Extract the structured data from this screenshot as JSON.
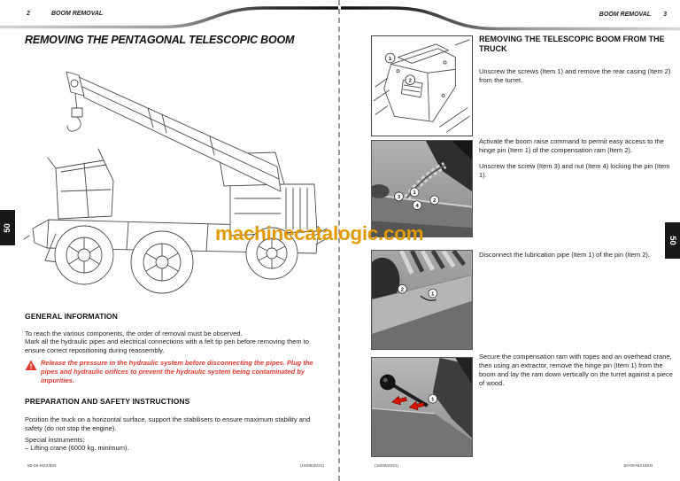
{
  "watermark": {
    "text": "machinecatalogic.com",
    "color": "#e09a00"
  },
  "colors": {
    "warning_red": "#e03a2f",
    "arrow_red": "#d81500",
    "tab_black": "#181818"
  },
  "left": {
    "page_number": "2",
    "header": "BOOM REMOVAL",
    "title": "REMOVING THE PENTAGONAL TELESCOPIC BOOM",
    "tab": "50",
    "figure": "telehandler-line-drawing",
    "general": {
      "heading": "GENERAL INFORMATION",
      "p1": "To reach the various components, the order of removal must be observed.",
      "p2": "Mark all the hydraulic pipes and electrical connections with a felt tip pen before removing them to ensure correct repositioning during reassembly."
    },
    "warning": "Release the pressure in the hydraulic system before disconnecting the pipes. Plug the pipes and hydraulic orifices to prevent the hydraulic system being contaminated by impurities.",
    "prep": {
      "heading": "PREPARATION AND SAFETY INSTRUCTIONS",
      "p1": "Position the truck on a horizontal surface, support the stabilisers to ensure maximum stability and safety (do not stop the engine).",
      "special_label": "Special instruments:",
      "special_item": "–  Lifting crane (6000 kg. minimum)."
    },
    "footer": {
      "code": "50-06-M233EN",
      "date": "(16/06/2021)"
    }
  },
  "right": {
    "page_number": "3",
    "header": "BOOM REMOVAL",
    "title": "REMOVING THE TELESCOPIC BOOM FROM THE TRUCK",
    "tab": "50",
    "steps": [
      {
        "text": "Unscrew the screws (Item 1) and remove the rear casing (Item 2) from the turret.",
        "callouts": [
          "1",
          "2"
        ]
      },
      {
        "text": "Activate the boom raise command to permit easy access to the hinge pin (Item 1) of the compensation ram (Item 2).",
        "text2": "Unscrew the screw (Item 3) and nut (Item 4) locking the pin (Item 1).",
        "callouts": [
          "1",
          "2",
          "3",
          "4"
        ]
      },
      {
        "text": "Disconnect the lubrication pipe (Item 1) of the pin (Item 2).",
        "callouts": [
          "2",
          "1"
        ]
      },
      {
        "text": "Secure the compensation ram with ropes and an overhead crane, then using an extractor, remove the hinge pin (Item 1) from the boom and lay the ram down vertically on the turret against a piece of wood.",
        "callouts": [
          "1"
        ]
      }
    ],
    "footer": {
      "date": "(16/06/2021)",
      "code": "50-06-M233EN"
    }
  }
}
